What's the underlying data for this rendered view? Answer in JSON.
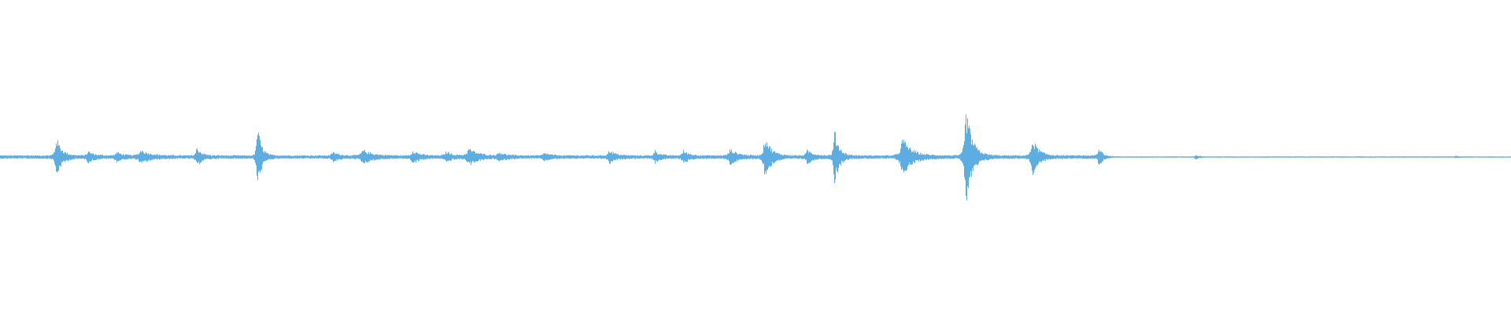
{
  "waveform": {
    "color": "#5dade2",
    "baseline_color": "#5dade2",
    "description_visible_text": "",
    "duration_ratio_active": 0.73,
    "bursts": [
      {
        "t": 0.037,
        "amp": 0.13,
        "decay": 0.0035
      },
      {
        "t": 0.058,
        "amp": 0.03,
        "decay": 0.004
      },
      {
        "t": 0.077,
        "amp": 0.025,
        "decay": 0.004
      },
      {
        "t": 0.093,
        "amp": 0.04,
        "decay": 0.006
      },
      {
        "t": 0.13,
        "amp": 0.06,
        "decay": 0.003
      },
      {
        "t": 0.17,
        "amp": 0.22,
        "decay": 0.0025
      },
      {
        "t": 0.22,
        "amp": 0.025,
        "decay": 0.004
      },
      {
        "t": 0.24,
        "amp": 0.04,
        "decay": 0.006
      },
      {
        "t": 0.273,
        "amp": 0.04,
        "decay": 0.004
      },
      {
        "t": 0.295,
        "amp": 0.03,
        "decay": 0.004
      },
      {
        "t": 0.31,
        "amp": 0.05,
        "decay": 0.006
      },
      {
        "t": 0.33,
        "amp": 0.025,
        "decay": 0.004
      },
      {
        "t": 0.36,
        "amp": 0.02,
        "decay": 0.004
      },
      {
        "t": 0.403,
        "amp": 0.04,
        "decay": 0.004
      },
      {
        "t": 0.433,
        "amp": 0.04,
        "decay": 0.003
      },
      {
        "t": 0.452,
        "amp": 0.035,
        "decay": 0.004
      },
      {
        "t": 0.483,
        "amp": 0.045,
        "decay": 0.005
      },
      {
        "t": 0.506,
        "amp": 0.14,
        "decay": 0.004
      },
      {
        "t": 0.534,
        "amp": 0.04,
        "decay": 0.004
      },
      {
        "t": 0.552,
        "amp": 0.18,
        "decay": 0.003
      },
      {
        "t": 0.597,
        "amp": 0.12,
        "decay": 0.006
      },
      {
        "t": 0.639,
        "amp": 0.33,
        "decay": 0.004
      },
      {
        "t": 0.683,
        "amp": 0.12,
        "decay": 0.004
      },
      {
        "t": 0.727,
        "amp": 0.05,
        "decay": 0.003
      },
      {
        "t": 0.791,
        "amp": 0.015,
        "decay": 0.002
      },
      {
        "t": 0.963,
        "amp": 0.006,
        "decay": 0.002
      }
    ],
    "noise_floor_active": 0.012,
    "noise_floor_quiet": 0.004
  }
}
